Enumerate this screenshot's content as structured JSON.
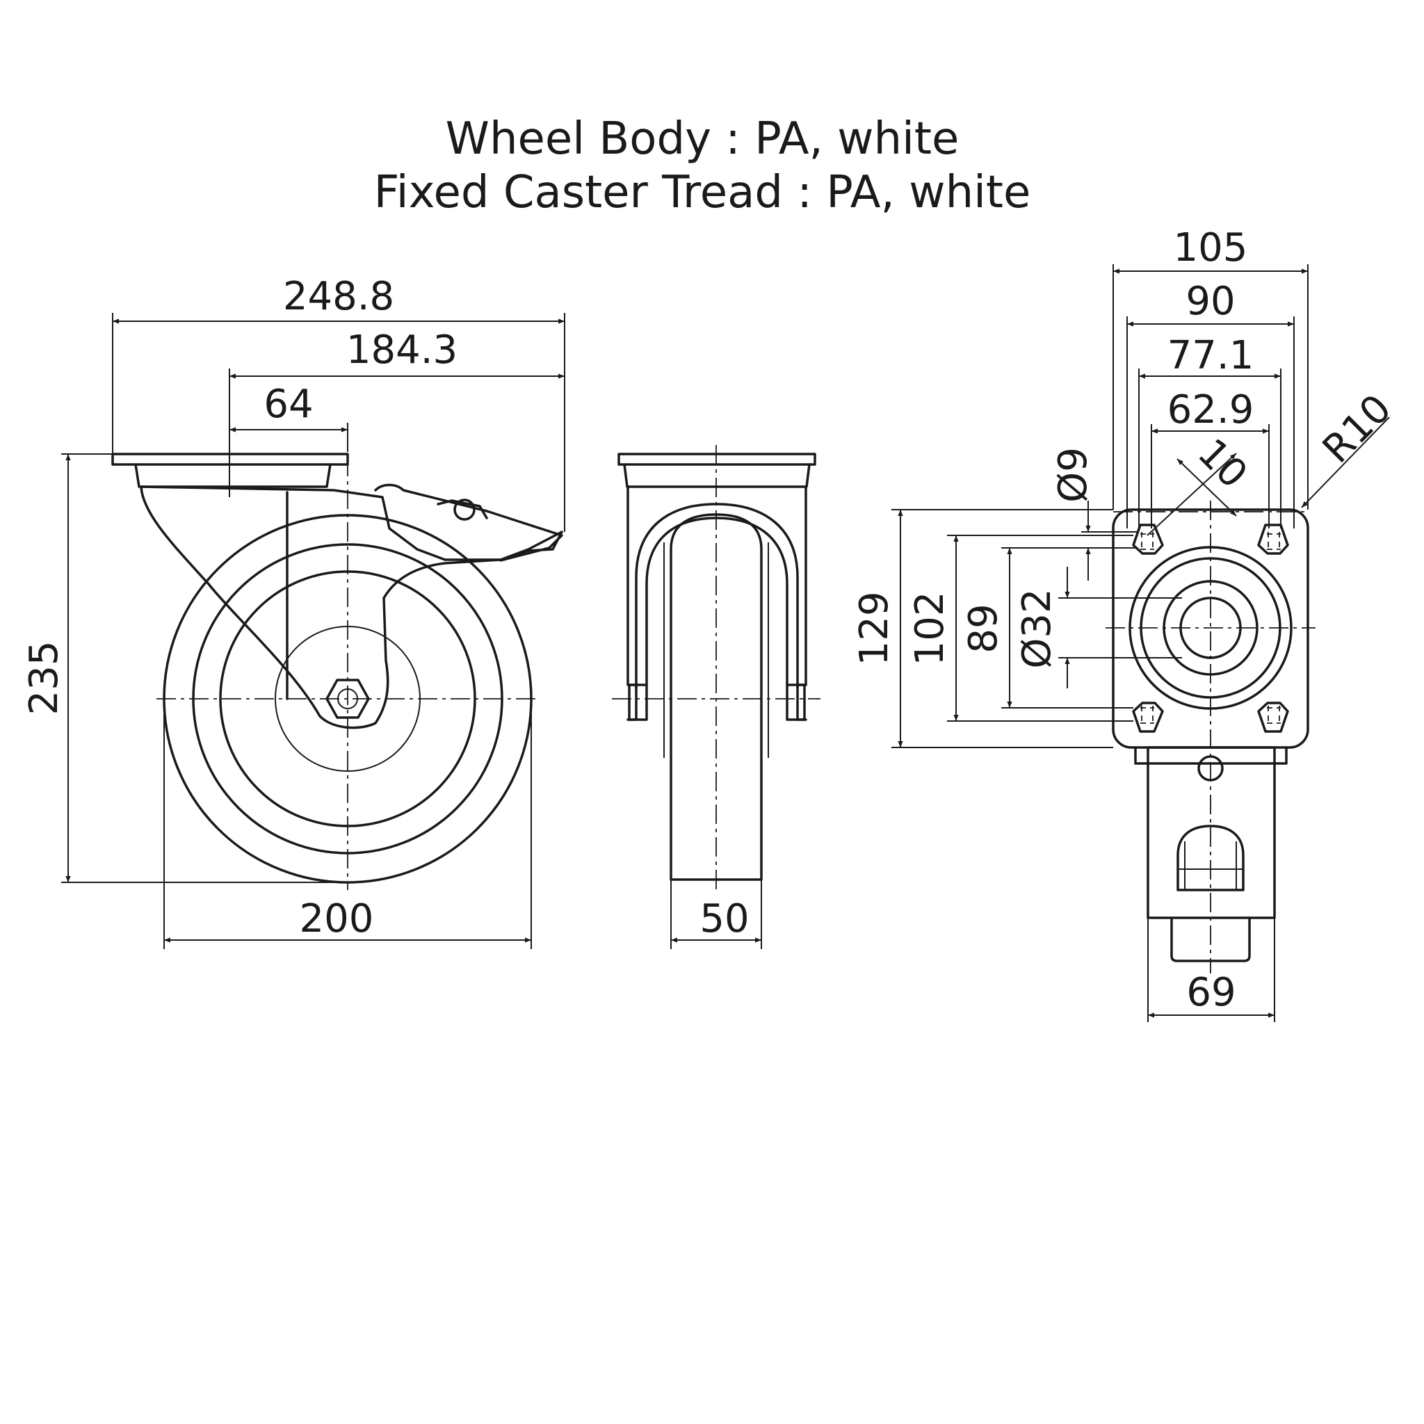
{
  "title": {
    "line1": "Wheel Body : PA, white",
    "line2": "Fixed Caster Tread : PA, white"
  },
  "side_view": {
    "overall_length": "248.8",
    "plate_to_brake": "184.3",
    "plate_offset": "64",
    "height": "235",
    "wheel_diameter": "200"
  },
  "front_view": {
    "wheel_width": "50"
  },
  "top_view": {
    "plate_width": "105",
    "hole_spacing_outer": "90",
    "slot_outer": "77.1",
    "slot_inner": "62.9",
    "slot_width": "10",
    "hole_diameter": "Ø9",
    "corner_radius": "R10",
    "plate_length": "129",
    "hole_spacing_y_outer": "102",
    "hole_spacing_y_inner": "89",
    "bore_diameter": "Ø32",
    "leg_width": "69"
  }
}
